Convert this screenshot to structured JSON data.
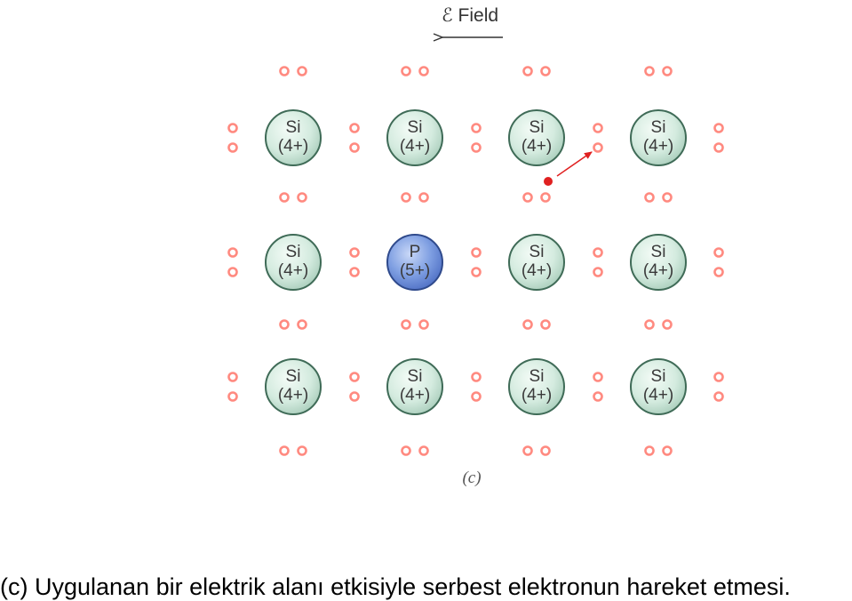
{
  "field": {
    "label": "ℰ Field",
    "direction": "left"
  },
  "lattice": {
    "rows": [
      [
        {
          "element": "Si",
          "charge": "(4+)",
          "type": "si"
        },
        {
          "element": "Si",
          "charge": "(4+)",
          "type": "si"
        },
        {
          "element": "Si",
          "charge": "(4+)",
          "type": "si"
        },
        {
          "element": "Si",
          "charge": "(4+)",
          "type": "si"
        }
      ],
      [
        {
          "element": "Si",
          "charge": "(4+)",
          "type": "si"
        },
        {
          "element": "P",
          "charge": "(5+)",
          "type": "dopant"
        },
        {
          "element": "Si",
          "charge": "(4+)",
          "type": "si"
        },
        {
          "element": "Si",
          "charge": "(4+)",
          "type": "si"
        }
      ],
      [
        {
          "element": "Si",
          "charge": "(4+)",
          "type": "si"
        },
        {
          "element": "Si",
          "charge": "(4+)",
          "type": "si"
        },
        {
          "element": "Si",
          "charge": "(4+)",
          "type": "si"
        },
        {
          "element": "Si",
          "charge": "(4+)",
          "type": "si"
        }
      ]
    ]
  },
  "free_electron": {
    "moving_toward": "upper-right",
    "color": "#e02020"
  },
  "figure_label": "(c)",
  "caption": "(c) Uygulanan bir elektrik alanı etkisiyle serbest elektronun hareket etmesi.",
  "colors": {
    "si_fill": "#cfe8dc",
    "si_stroke": "#3f6b57",
    "dopant_fill": "#7b9be0",
    "dopant_stroke": "#2f4a8c",
    "electron_ring": "#ff8a80",
    "electron_fill": "#ffffff",
    "free_electron": "#e02020"
  }
}
